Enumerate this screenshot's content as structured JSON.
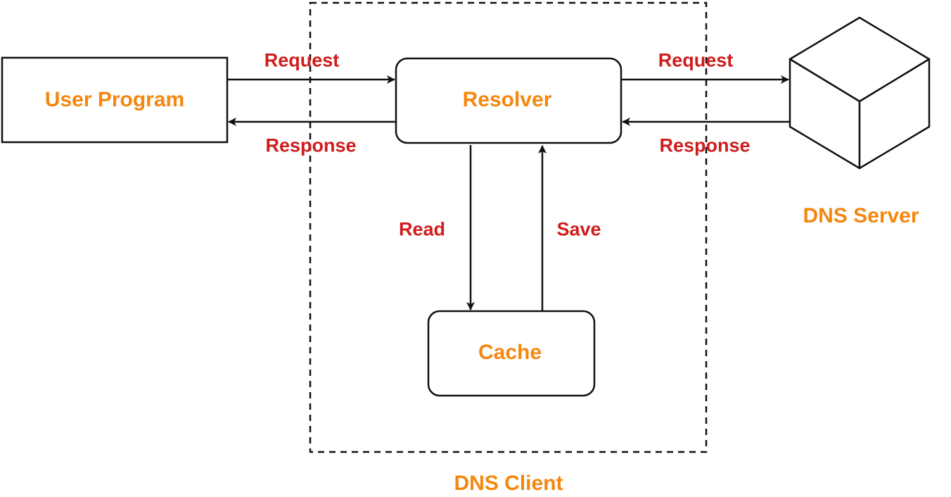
{
  "colors": {
    "node_text": "#f5870f",
    "edge_text": "#d01c1c",
    "stroke": "#111111",
    "background": "#ffffff"
  },
  "nodes": {
    "user_program": "User Program",
    "resolver": "Resolver",
    "cache": "Cache",
    "dns_server": "DNS Server"
  },
  "groups": {
    "dns_client": "DNS Client"
  },
  "edges": {
    "user_to_resolver": "Request",
    "resolver_to_user": "Response",
    "resolver_to_server": "Request",
    "server_to_resolver": "Response",
    "resolver_to_cache": "Read",
    "cache_to_resolver": "Save"
  },
  "icons": {
    "dns_server": "cube-icon"
  }
}
